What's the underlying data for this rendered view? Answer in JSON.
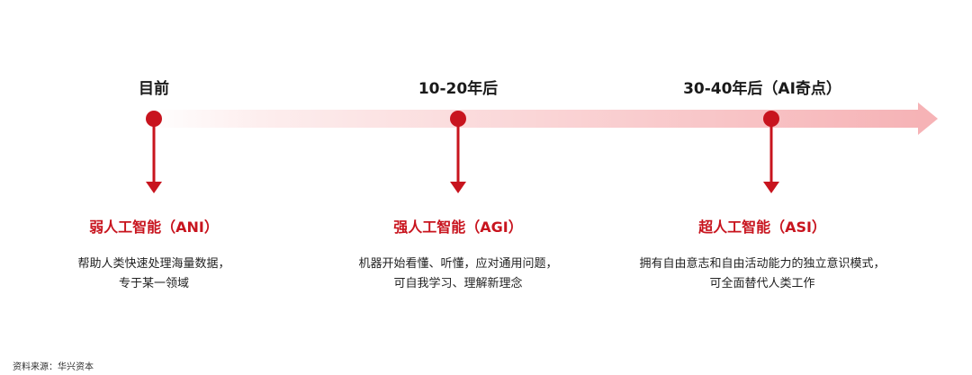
{
  "colors": {
    "accent": "#c8141e",
    "timeline_start": "#ffffff",
    "timeline_end": "#f6b3b6"
  },
  "stages": [
    {
      "time": "目前",
      "title": "弱人工智能（ANI）",
      "desc_lines": [
        "帮助人类快速处理海量数据，",
        "专于某一领域"
      ]
    },
    {
      "time": "10-20年后",
      "title": "强人工智能（AGI）",
      "desc_lines": [
        "机器开始看懂、听懂，应对通用问题，",
        "可自我学习、理解新理念"
      ]
    },
    {
      "time": "30-40年后（AI奇点）",
      "title": "超人工智能（ASI）",
      "desc_lines": [
        "拥有自由意志和自由活动能力的独立意识模式，",
        "可全面替代人类工作"
      ]
    }
  ],
  "source": "资料来源：华兴资本"
}
